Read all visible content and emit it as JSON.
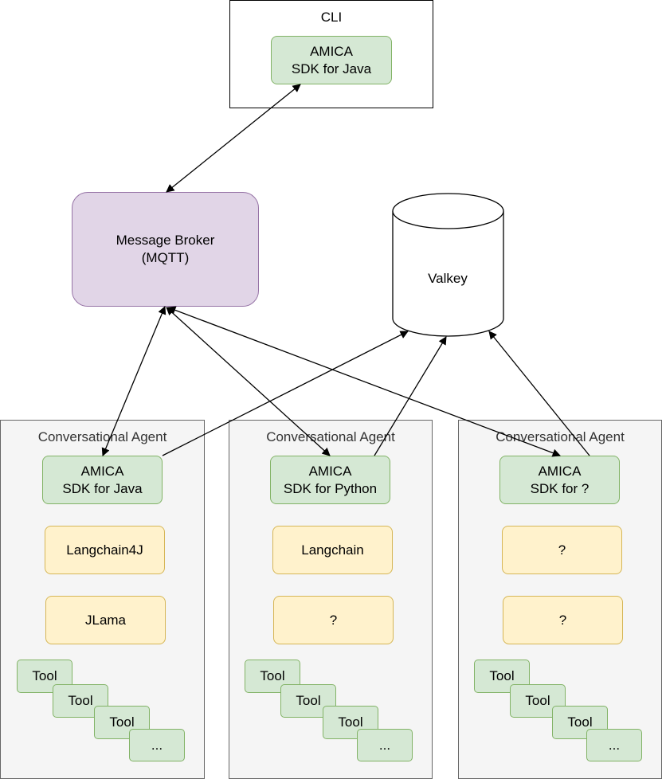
{
  "cli": {
    "title": "CLI",
    "sdk": "AMICA\nSDK for Java"
  },
  "broker": {
    "label": "Message Broker\n(MQTT)"
  },
  "valkey": {
    "label": "Valkey"
  },
  "agents": [
    {
      "title": "Conversational Agent",
      "sdk": "AMICA\nSDK for Java",
      "framework": "Langchain4J",
      "runtime": "JLama",
      "tools": [
        "Tool",
        "Tool",
        "Tool",
        "..."
      ]
    },
    {
      "title": "Conversational Agent",
      "sdk": "AMICA\nSDK for Python",
      "framework": "Langchain",
      "runtime": "?",
      "tools": [
        "Tool",
        "Tool",
        "Tool",
        "..."
      ]
    },
    {
      "title": "Conversational Agent",
      "sdk": "AMICA\nSDK for ?",
      "framework": "?",
      "runtime": "?",
      "tools": [
        "Tool",
        "Tool",
        "Tool",
        "..."
      ]
    }
  ],
  "colors": {
    "sdk_fill": "#d5e8d4",
    "sdk_stroke": "#82b366",
    "component_fill": "#fff2cc",
    "component_stroke": "#d6b656",
    "broker_fill": "#e1d5e7",
    "broker_stroke": "#9673a6",
    "agent_fill": "#f5f5f5"
  }
}
